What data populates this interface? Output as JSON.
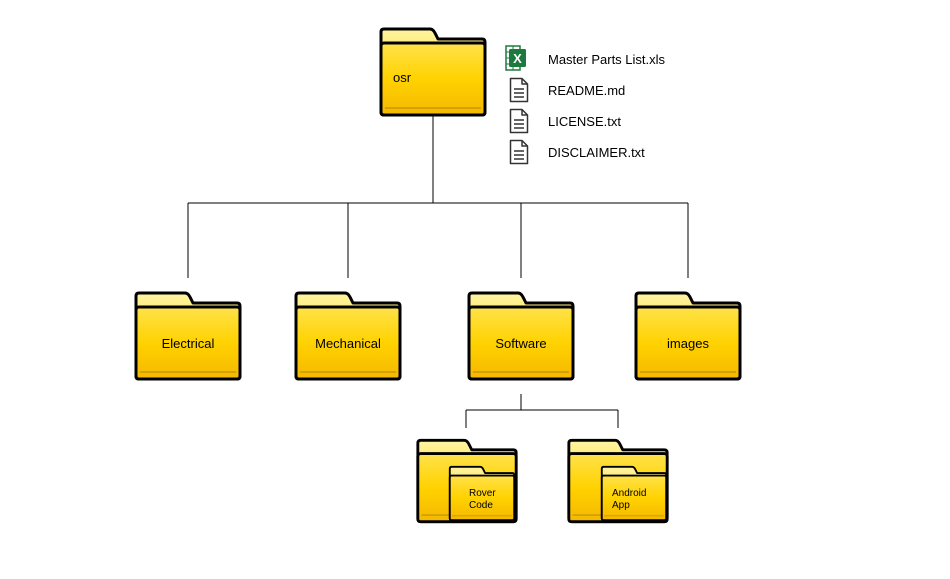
{
  "diagram": {
    "root": {
      "label": "osr",
      "files": [
        {
          "name": "Master Parts List.xls",
          "icon": "excel-file-icon"
        },
        {
          "name": "README.md",
          "icon": "text-file-icon"
        },
        {
          "name": "LICENSE.txt",
          "icon": "text-file-icon"
        },
        {
          "name": "DISCLAIMER.txt",
          "icon": "text-file-icon"
        }
      ]
    },
    "folders": [
      {
        "label": "Electrical"
      },
      {
        "label": "Mechanical"
      },
      {
        "label": "Software"
      },
      {
        "label": "images"
      }
    ],
    "software_children": [
      {
        "line1": "Rover",
        "line2": "Code"
      },
      {
        "line1": "Android",
        "line2": "App"
      }
    ],
    "colors": {
      "folder_fill": "#ffd600",
      "folder_highlight": "#fff2a0",
      "folder_outline": "#000000",
      "connector": "#000000",
      "excel_green": "#1d7a3e"
    }
  }
}
